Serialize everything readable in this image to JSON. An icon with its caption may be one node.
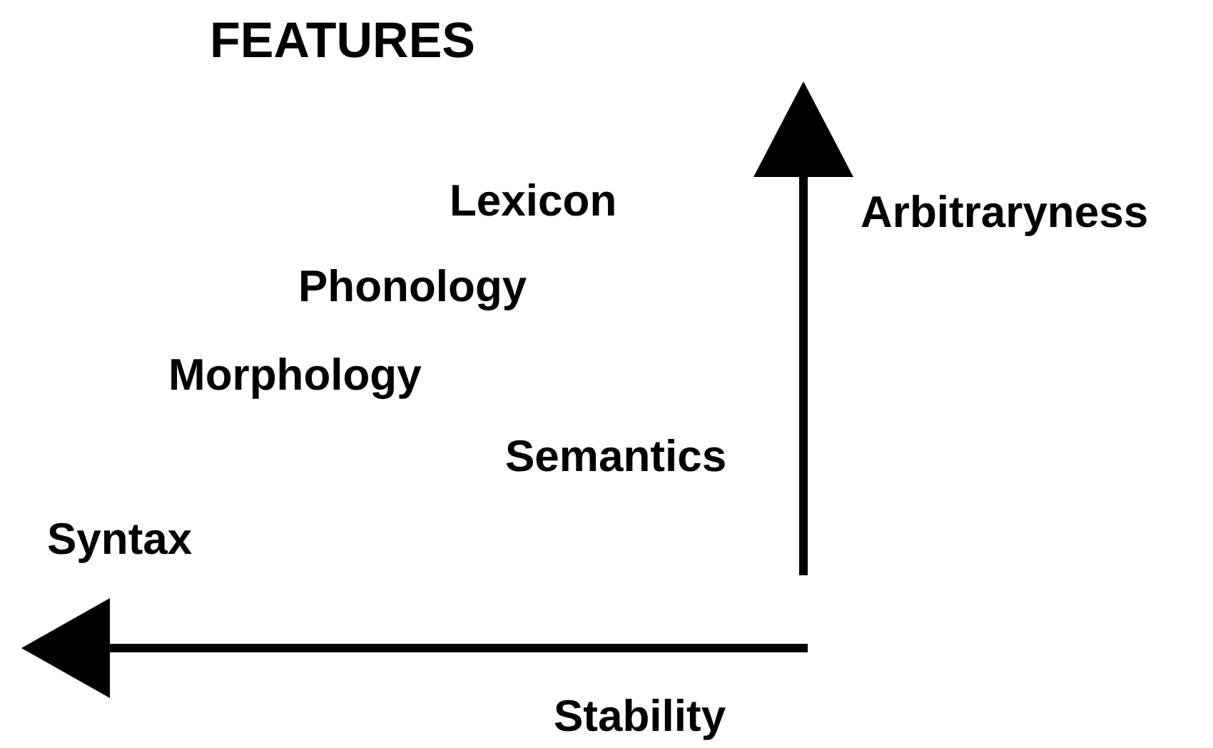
{
  "diagram": {
    "title": "FEATURES",
    "labels": [
      "Lexicon",
      "Arbitraryness",
      "Phonology",
      "Morphology",
      "Semantics",
      "Syntax",
      "Stability"
    ]
  }
}
